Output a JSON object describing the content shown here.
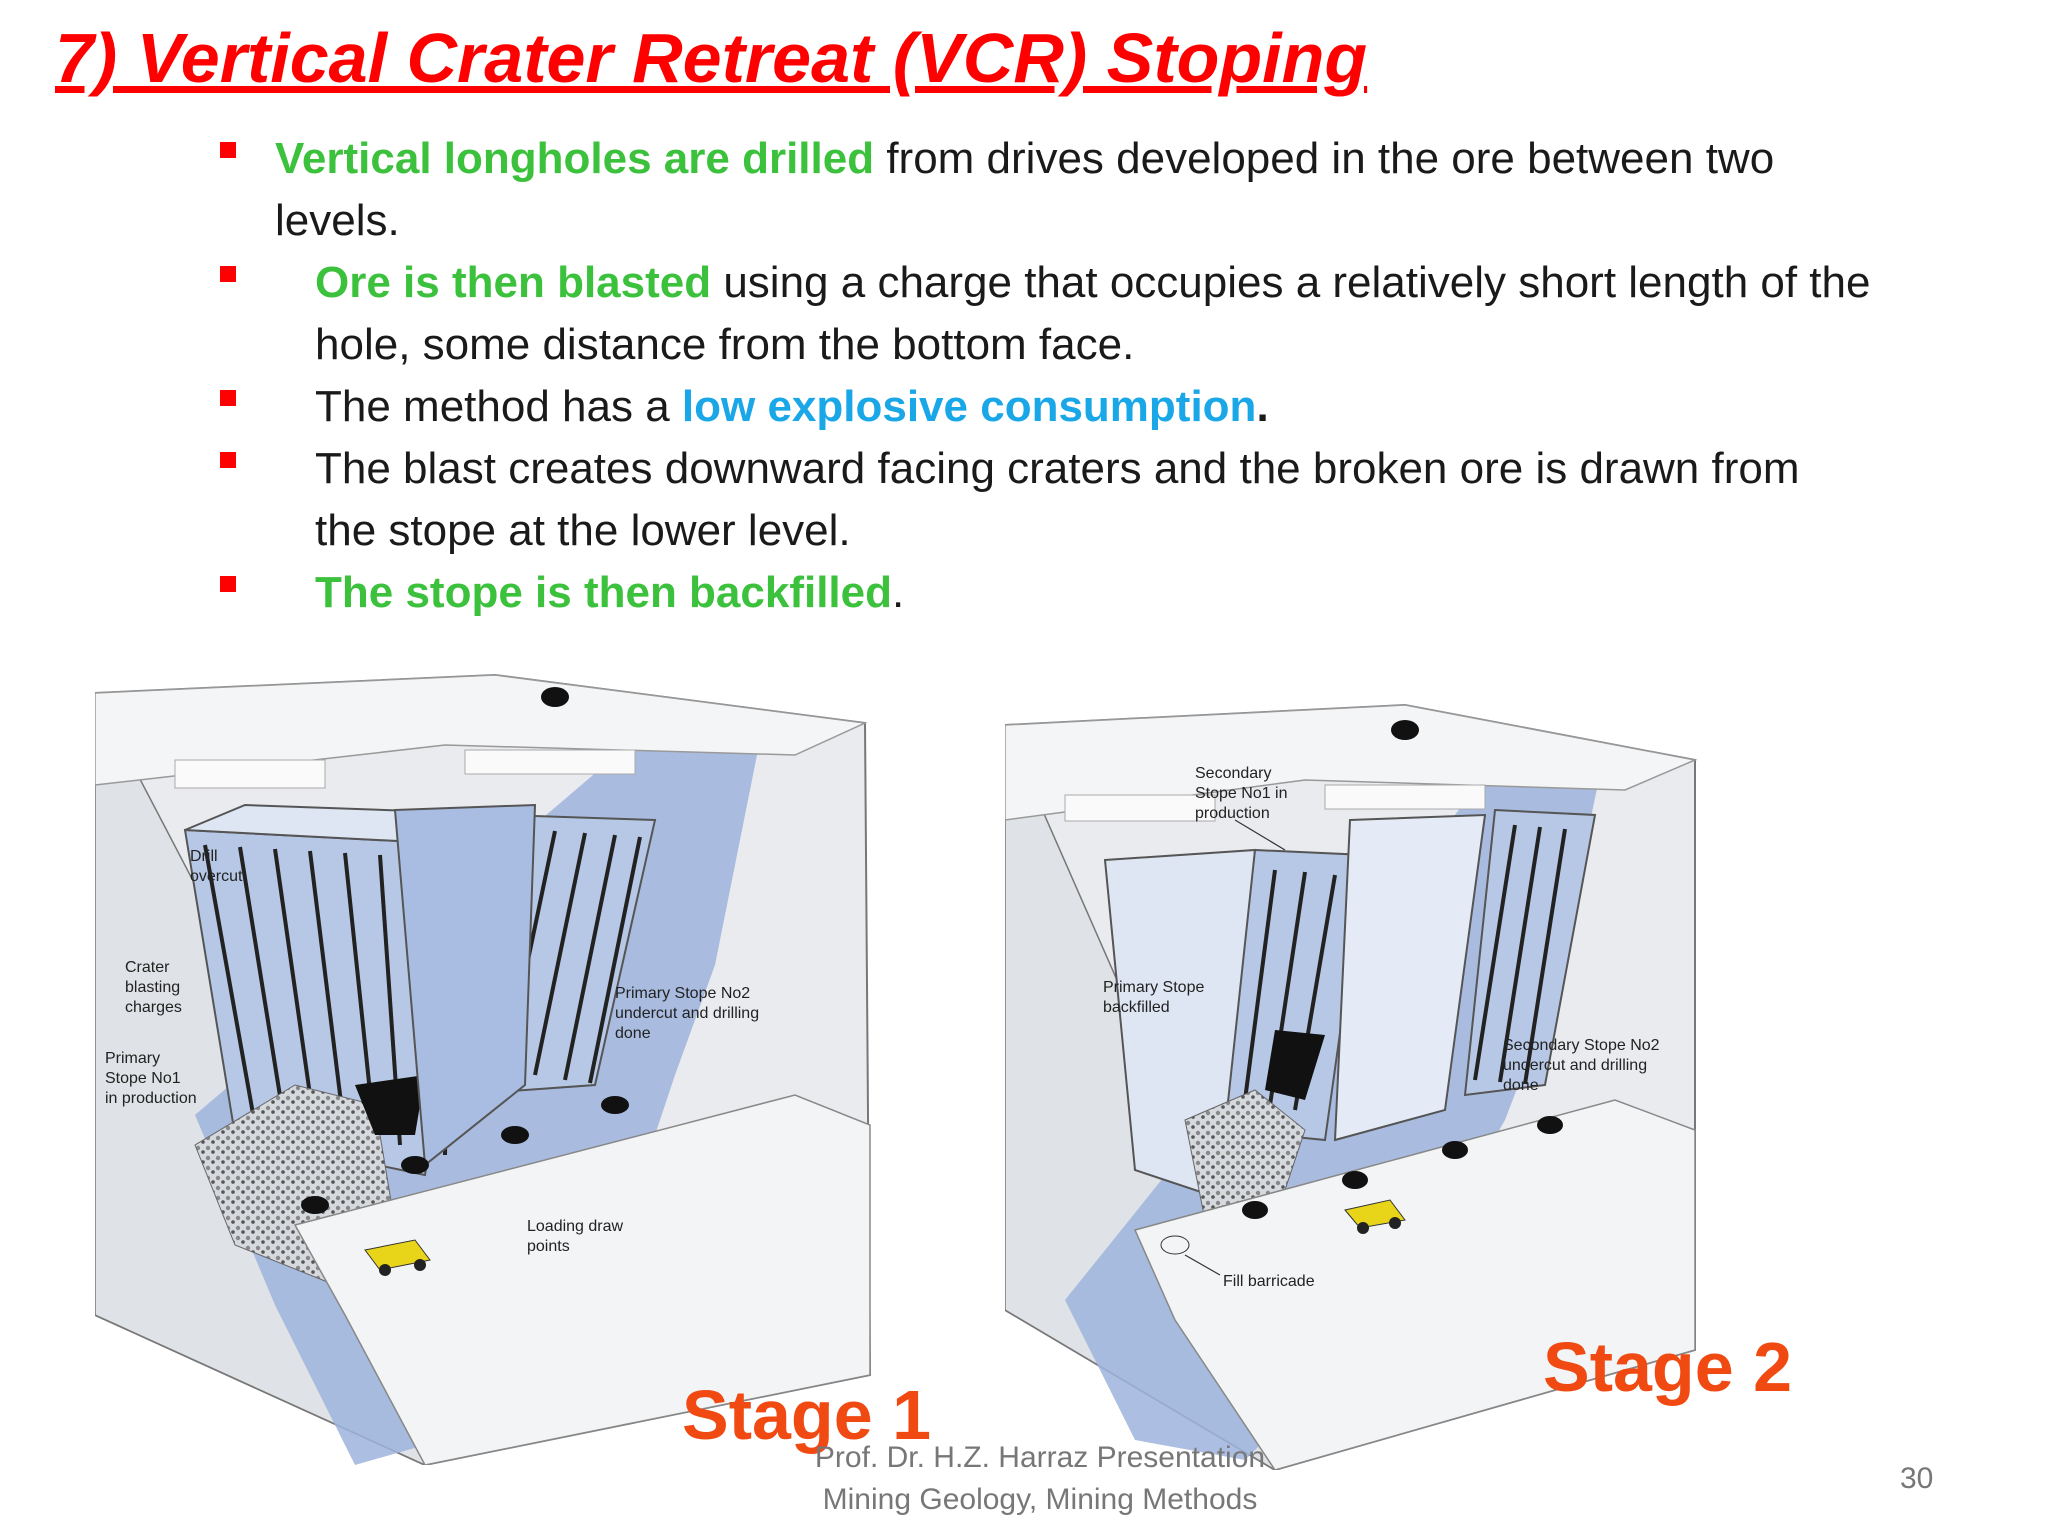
{
  "slide": {
    "title": "7) Vertical Crater Retreat (VCR) Stoping",
    "bullets": [
      {
        "em": "Vertical longholes are drilled",
        "rest": " from drives developed in the ore between two",
        "line2": "levels."
      },
      {
        "em": "Ore is then blasted",
        "rest": " using a charge that occupies a relatively short length of the",
        "line2": "hole, some distance from the bottom face."
      },
      {
        "pre": "The method has a ",
        "em": "low explosive consumption",
        "post": "."
      },
      {
        "line1": "The blast creates downward facing craters and the broken ore is drawn from",
        "line2": "the stope at the lower level."
      },
      {
        "em": "The stope is then backfilled",
        "post": "."
      }
    ],
    "stage1": {
      "label": "Stage 1",
      "annotations": {
        "drill_overcut": [
          "Drill",
          "overcut"
        ],
        "crater_charges": [
          "Crater",
          "blasting",
          "charges"
        ],
        "primary_no1": [
          "Primary",
          "Stope No1",
          "in production"
        ],
        "primary_no2": [
          "Primary Stope No2",
          "undercut and drilling",
          "done"
        ],
        "loading": [
          "Loading draw",
          "points"
        ]
      }
    },
    "stage2": {
      "label": "Stage 2",
      "annotations": {
        "secondary_no1": [
          "Secondary",
          "Stope No1 in",
          "production"
        ],
        "primary_backfilled": [
          "Primary Stope",
          "backfilled"
        ],
        "secondary_no2": [
          "Secondary Stope No2",
          "undercut and drilling",
          "done"
        ],
        "fill_barricade": "Fill barricade"
      }
    },
    "footer": {
      "line1": "Prof. Dr. H.Z. Harraz Presentation",
      "line2": "Mining Geology,  Mining Methods"
    },
    "page_number": "30",
    "colors": {
      "title": "#ff0000",
      "green": "#3cc13c",
      "blue": "#1aa7e8",
      "stage": "#f04a12",
      "ore_vein": "#9db4dd"
    }
  }
}
